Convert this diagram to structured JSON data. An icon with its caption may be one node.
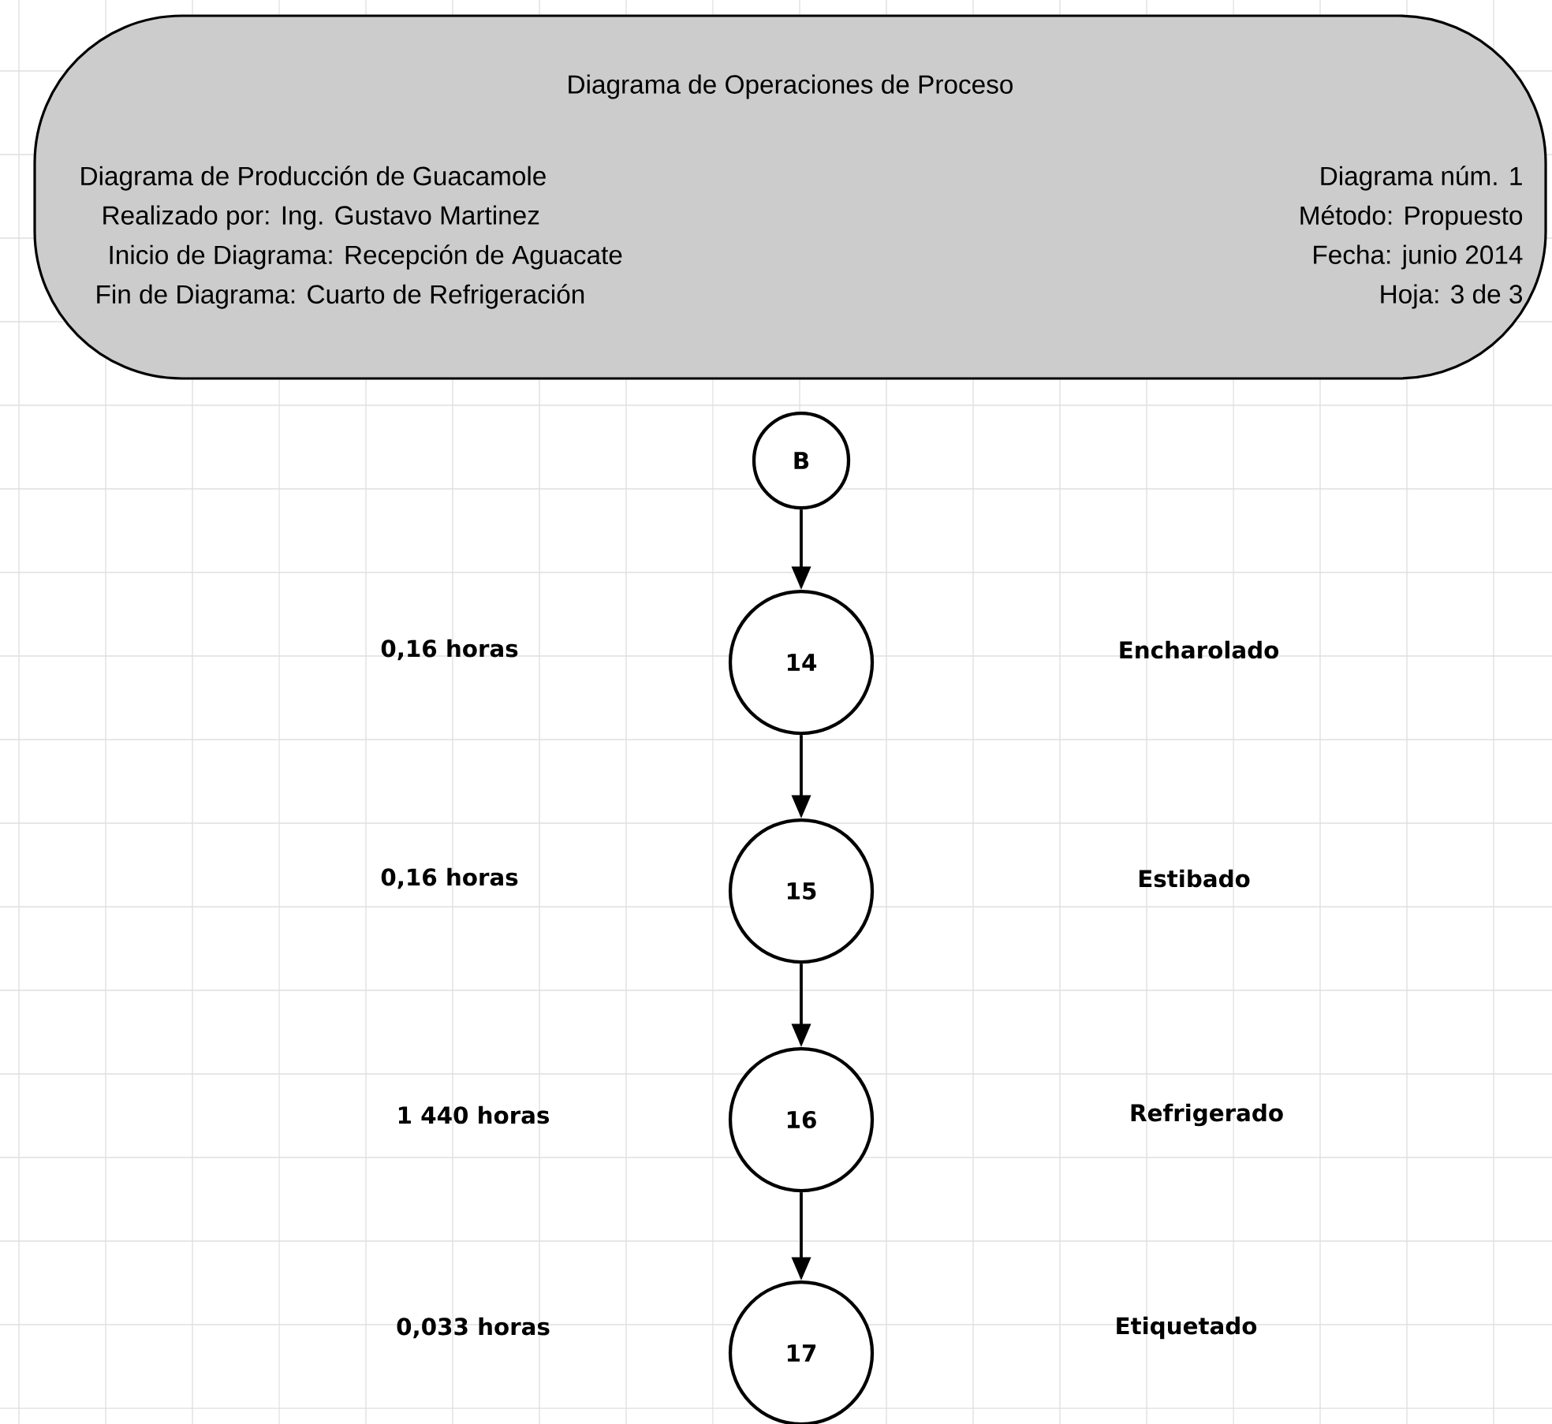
{
  "diagram": {
    "nodes": [
      {
        "text": [
          "Diagrama de Operaciones de Proceso",
          "Diagrama de Producción de Guacamole",
          "Realizado por: Ing. Gustavo Martinez",
          "Inicio de Diagrama: Recepción de Aguacate",
          "Fin de Diagrama: Cuarto de Refrigeración",
          "Diagrama núm. 1",
          "Método: Propuesto",
          "Fecha: junio 2014",
          "Hoja: 3 de 3"
        ]
      },
      {
        "text": [
          "B"
        ]
      },
      {
        "text": [
          "14"
        ]
      },
      {
        "text": [
          "15"
        ]
      },
      {
        "text": [
          "16"
        ]
      },
      {
        "text": [
          "17"
        ]
      }
    ],
    "edges": [
      {
        "from": 1,
        "to": 2,
        "arrow": "to"
      },
      {
        "from": 2,
        "to": 3,
        "arrow": "to"
      },
      {
        "from": 3,
        "to": 4,
        "arrow": "to"
      },
      {
        "from": 4,
        "to": 5,
        "arrow": "to"
      }
    ],
    "labels": [
      "0,16 horas",
      "Encharolado",
      "0,16 horas",
      "Estibado",
      "1 440 horas",
      "Refrigerado",
      "0,033 horas",
      "Etiquetado"
    ]
  }
}
